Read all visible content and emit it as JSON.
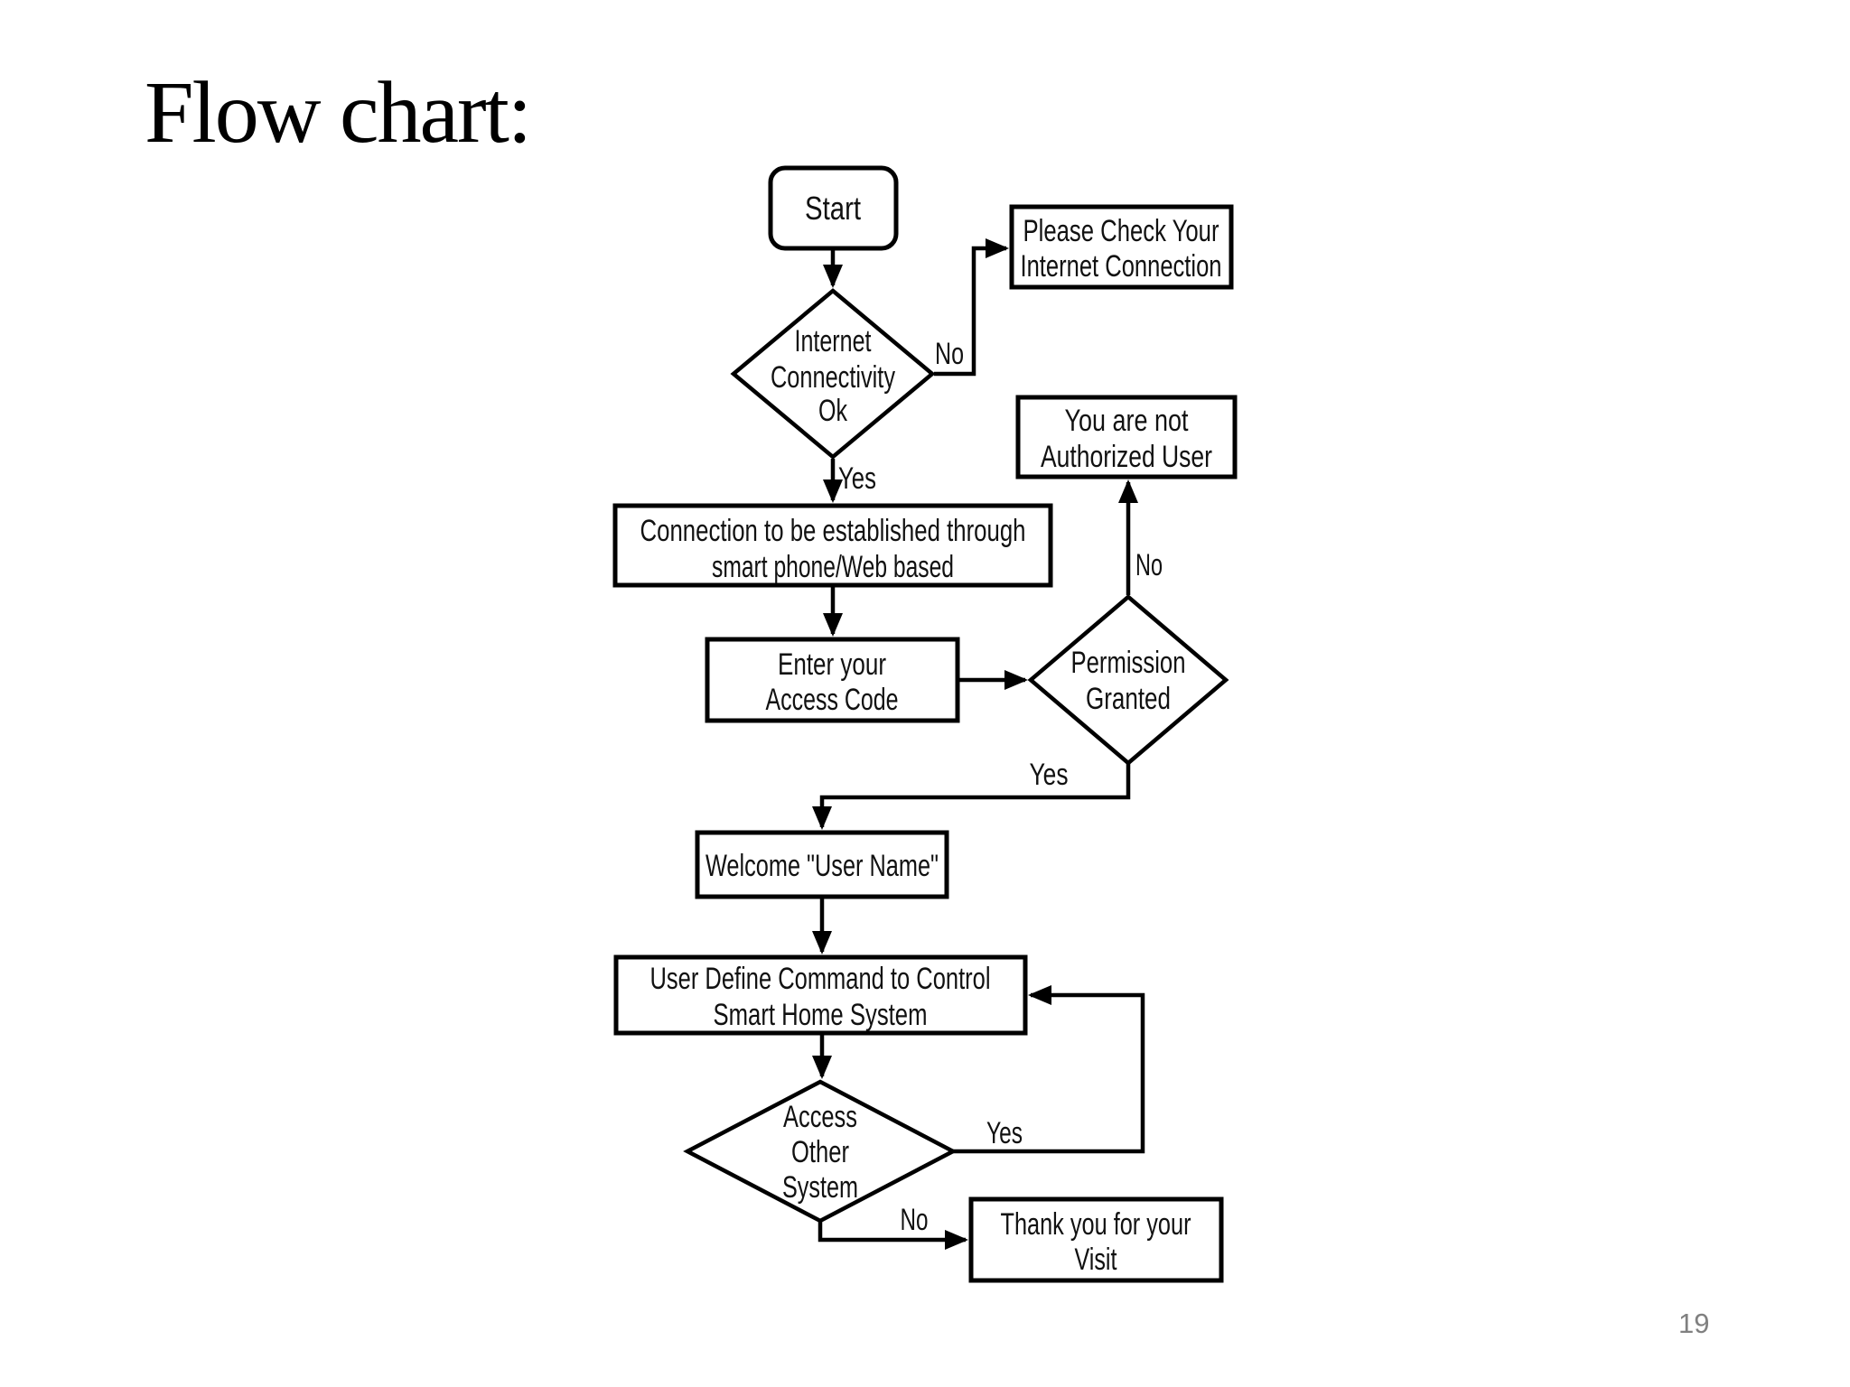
{
  "slide": {
    "title": "Flow chart:",
    "page_number": "19"
  },
  "flowchart": {
    "nodes": {
      "start": {
        "label": "Start"
      },
      "internet_ok": {
        "line1": "Internet",
        "line2": "Connectivity",
        "line3": "Ok"
      },
      "check_internet": {
        "line1": "Please Check Your",
        "line2": "Internet Connection"
      },
      "connection_established": {
        "line1": "Connection to be established through",
        "line2": "smart phone/Web based"
      },
      "not_authorized": {
        "line1": "You are not",
        "line2": "Authorized User"
      },
      "enter_code": {
        "line1": "Enter your",
        "line2": "Access Code"
      },
      "permission_granted": {
        "line1": "Permission",
        "line2": "Granted"
      },
      "welcome": {
        "label": "Welcome \"User Name\""
      },
      "user_define": {
        "line1": "User Define Command to Control",
        "line2": "Smart Home System"
      },
      "access_other": {
        "line1": "Access",
        "line2": "Other",
        "line3": "System"
      },
      "thank_you": {
        "line1": "Thank you for your",
        "line2": "Visit"
      }
    },
    "edge_labels": {
      "internet_no": "No",
      "internet_yes": "Yes",
      "permission_no": "No",
      "permission_yes": "Yes",
      "access_yes": "Yes",
      "access_no": "No"
    },
    "colors": {
      "line": "#000000",
      "text": "#111111",
      "page_number": "#808080"
    }
  }
}
